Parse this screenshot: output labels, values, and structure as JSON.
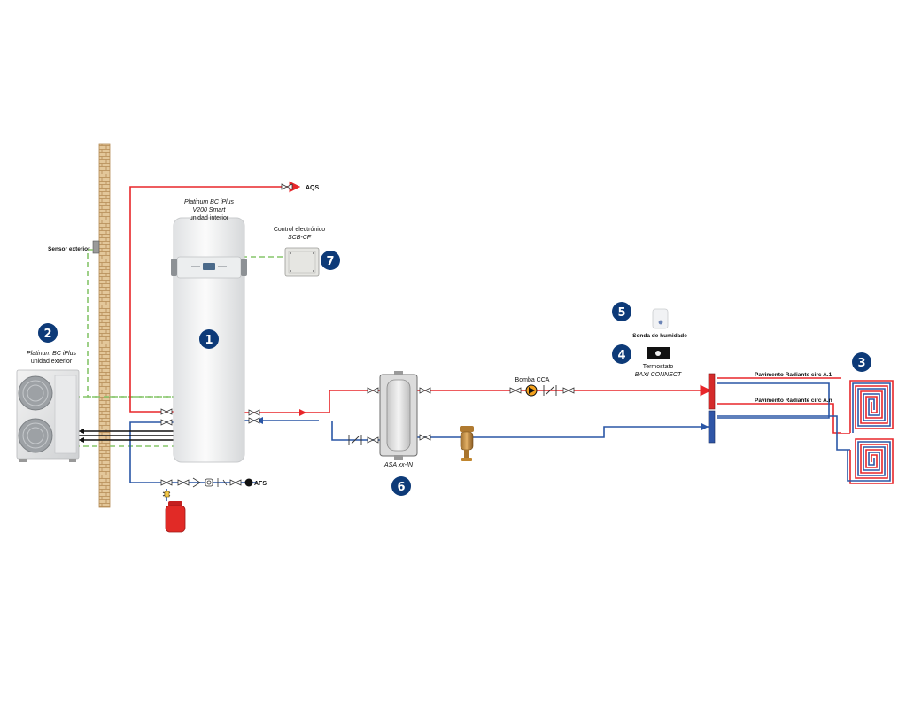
{
  "labels": {
    "aqs": "AQS",
    "sensor_exterior": "Sensor exterior",
    "indoor_unit_line1": "Platinum BC iPlus",
    "indoor_unit_line2": "V200 Smart",
    "indoor_unit_line3": "unidad interior",
    "control_line1": "Control electrónico",
    "control_line2": "SCB-CF",
    "outdoor_unit_line1": "Platinum BC iPlus",
    "outdoor_unit_line2": "unidad exterior",
    "afs": "AFS",
    "tank": "ASA xx-IN",
    "pump": "Bomba CCA",
    "humidity_probe": "Sonda de humidade",
    "thermostat_line1": "Termostato",
    "thermostat_line2": "BAXI CONNECT",
    "circuit_a1": "Pavimento Radiante circ A.1",
    "circuit_an": "Pavimento Radiante circ A.n"
  },
  "badges": {
    "indoor": "1",
    "outdoor": "2",
    "floor": "3",
    "thermostat": "4",
    "humidity": "5",
    "tank": "6",
    "control": "7"
  },
  "colors": {
    "hot_pipe": "#e8262a",
    "cold_pipe": "#2a56a6",
    "control_wire": "#86c56a",
    "badge": "#0d3a78",
    "wall": "#e3c79a"
  }
}
